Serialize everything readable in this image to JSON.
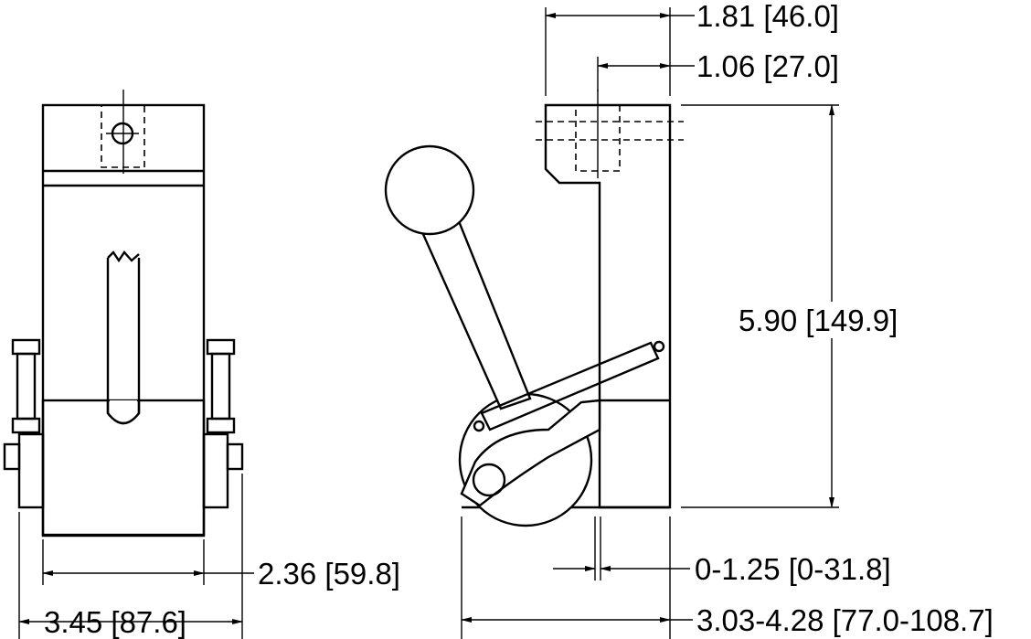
{
  "dimensions": {
    "top_width": "1.81 [46.0]",
    "top_offset": "1.06 [27.0]",
    "height": "5.90 [149.9]",
    "roller_width": "2.36 [59.8]",
    "overall_width": "3.45 [87.6]",
    "clamp_adjust": "0-1.25 [0-31.8]",
    "clamp_reach": "3.03-4.28 [77.0-108.7]"
  },
  "colors": {
    "line": "#000000",
    "background": "#ffffff"
  }
}
